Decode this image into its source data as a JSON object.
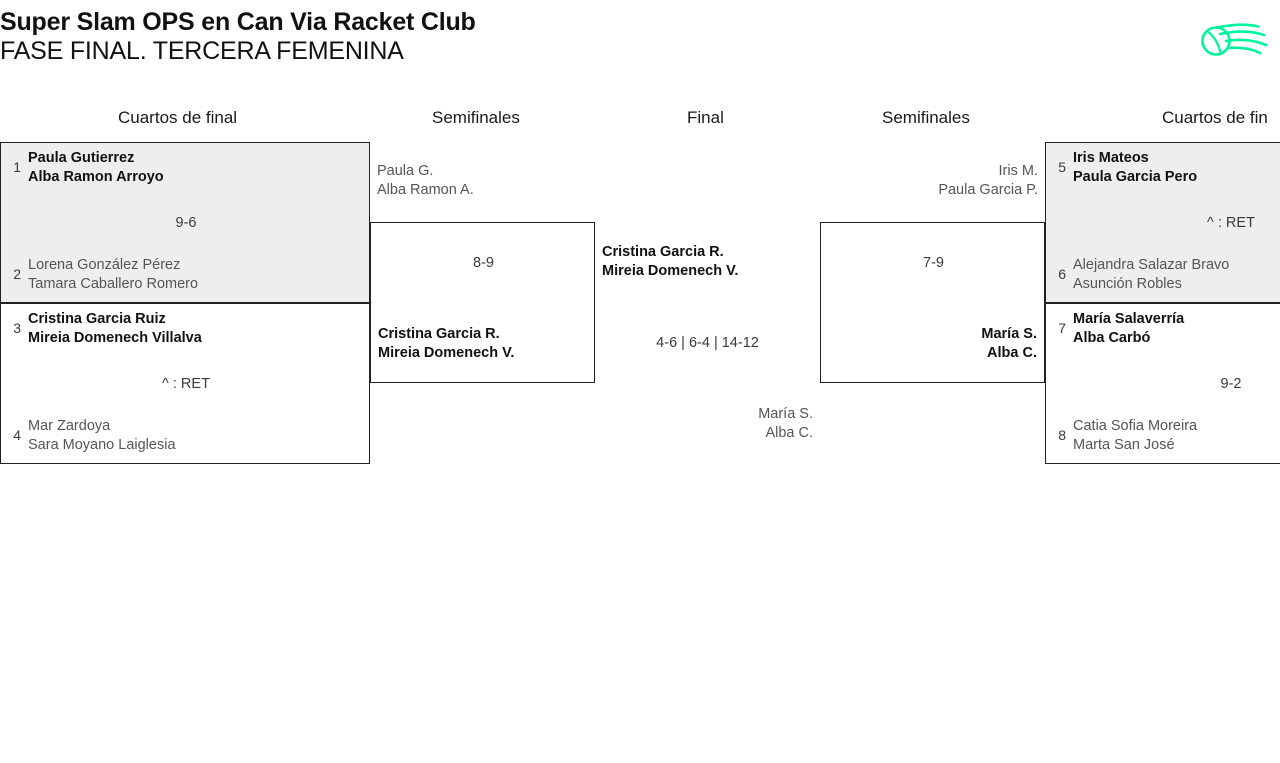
{
  "header": {
    "title_line1": "Super Slam OPS en Can Via Racket Club",
    "title_line2": "FASE FINAL. TERCERA FEMENINA",
    "logo_name": "tennis-ball-swoosh-logo",
    "logo_color": "#00F49B"
  },
  "rounds": [
    {
      "label": "Cuartos de final"
    },
    {
      "label": "Semifinales"
    },
    {
      "label": "Final"
    },
    {
      "label": "Semifinales"
    },
    {
      "label": "Cuartos de fin"
    }
  ],
  "left": {
    "qf1": {
      "top": {
        "seed": "1",
        "p1": "Paula Gutierrez",
        "p2": "Alba Ramon Arroyo"
      },
      "bottom": {
        "seed": "2",
        "p1": "Lorena González Pérez",
        "p2": "Tamara Caballero Romero"
      },
      "score": "9-6"
    },
    "qf2": {
      "top": {
        "seed": "3",
        "p1": "Cristina Garcia Ruiz",
        "p2": "Mireia Domenech Villalva"
      },
      "bottom": {
        "seed": "4",
        "p1": "Mar Zardoya",
        "p2": "Sara Moyano Laiglesia"
      },
      "score": "^ : RET"
    },
    "sf": {
      "top": {
        "p1": "Paula G.",
        "p2": "Alba Ramon A."
      },
      "bottom": {
        "p1": "Cristina Garcia R.",
        "p2": "Mireia Domenech V."
      },
      "score": "8-9"
    }
  },
  "final": {
    "top": {
      "p1": "Cristina Garcia R.",
      "p2": "Mireia Domenech V."
    },
    "bottom": {
      "p1": "María S.",
      "p2": "Alba C."
    },
    "score": "4-6 | 6-4 | 14-12"
  },
  "right": {
    "qf1": {
      "top": {
        "seed": "5",
        "p1": "Iris Mateos",
        "p2": "Paula Garcia Pero"
      },
      "bottom": {
        "seed": "6",
        "p1": "Alejandra Salazar Bravo",
        "p2": "Asunción Robles"
      },
      "score": "^ : RET"
    },
    "qf2": {
      "top": {
        "seed": "7",
        "p1": "María Salaverría",
        "p2": "Alba Carbó"
      },
      "bottom": {
        "seed": "8",
        "p1": "Catia Sofia Moreira",
        "p2": "Marta San José"
      },
      "score": "9-2"
    },
    "sf": {
      "top": {
        "p1": "Iris M.",
        "p2": "Paula Garcia P."
      },
      "bottom": {
        "p1": "María S.",
        "p2": "Alba C."
      },
      "score": "7-9"
    }
  }
}
